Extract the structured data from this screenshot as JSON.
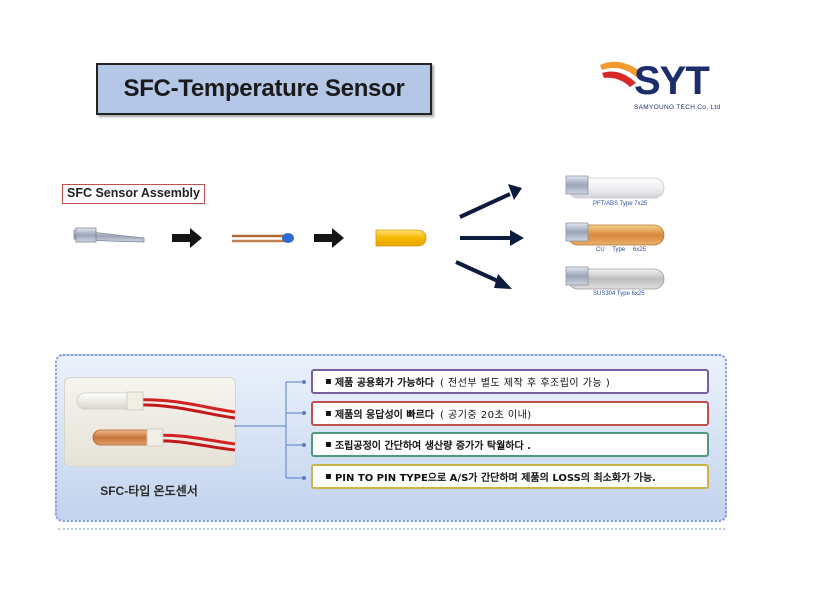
{
  "title": "SFC-Temperature Sensor",
  "logo": {
    "text": "SYT",
    "subtitle": "SAMYOUNG TECH Co. Ltd",
    "colors": {
      "navy": "#1d2d6b",
      "orange": "#f29a2e",
      "red": "#d62a2a"
    }
  },
  "assembly": {
    "label": "SFC Sensor Assembly",
    "variants": [
      {
        "label": "PFT/ABS Type 7x25"
      },
      {
        "label": "CU Type 6x25"
      },
      {
        "label": "SUS304 Type 6x25"
      }
    ]
  },
  "panel": {
    "photo_caption": "SFC-타입 온도센서",
    "features": [
      {
        "bullet": "▪",
        "main": "제품 공용화가 가능하다",
        "note": "( 전선부 별도 제작 후 후조립이 가능 )"
      },
      {
        "bullet": "▪",
        "main": "제품의 응답성이 빠르다",
        "note": "( 공기중 20초 이내)"
      },
      {
        "bullet": "▪",
        "main": "조립공정이 간단하여 생산량 증가가 탁월하다 .",
        "note": ""
      },
      {
        "bullet": "▪",
        "main": "PIN TO PIN TYPE으로 A/S가 간단하며 제품의 LOSS의 최소화가 가능.",
        "note": ""
      }
    ],
    "feature_border_colors": [
      "#7a5fa0",
      "#c0504d",
      "#4f9a7a",
      "#c9b44a"
    ]
  }
}
